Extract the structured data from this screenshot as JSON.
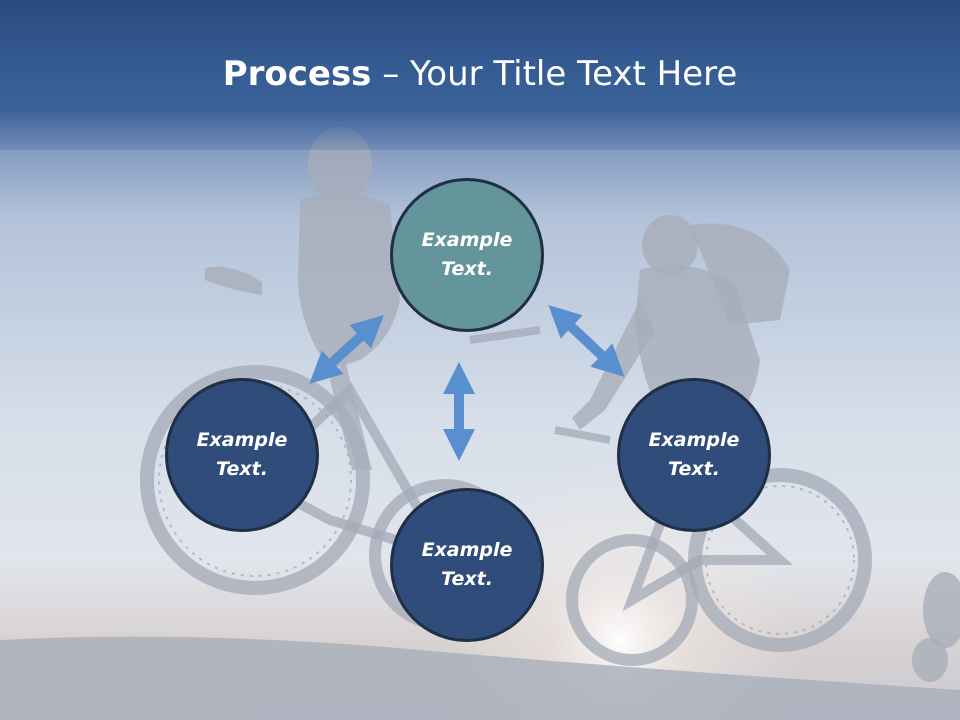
{
  "slide": {
    "title_bold": "Process",
    "title_rest": " – Your Title Text Here"
  },
  "diagram": {
    "nodes": [
      {
        "label": "Example\nText.",
        "fill": "#63959a"
      },
      {
        "label": "Example\nText.",
        "fill": "#2f4c7a"
      },
      {
        "label": "Example\nText.",
        "fill": "#2f4c7a"
      },
      {
        "label": "Example\nText.",
        "fill": "#2f4c7a"
      }
    ],
    "arrow_color": "#5a8fcf"
  }
}
